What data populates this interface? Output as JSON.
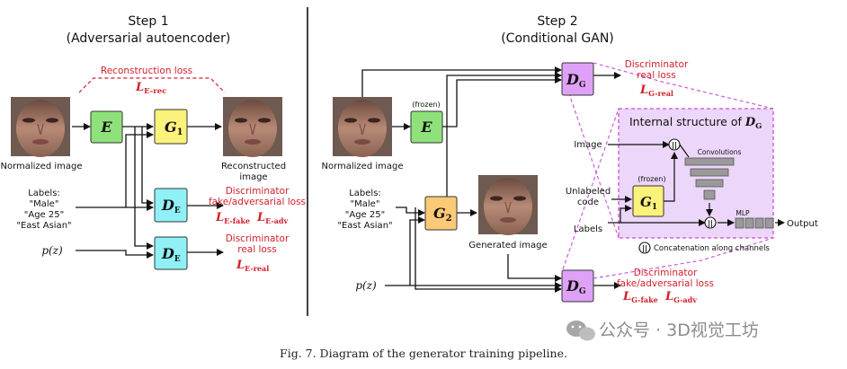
{
  "step1": {
    "title": "Step 1",
    "subtitle": "(Adversarial autoencoder)",
    "recon_loss_label": "Reconstruction loss",
    "recon_loss_symbol": "L",
    "recon_loss_sub": "E-rec",
    "normalized_label": "Normalized image",
    "reconstructed_label_1": "Reconstructed",
    "reconstructed_label_2": "image",
    "encoder": "E",
    "generator": "G",
    "generator_sub": "1",
    "disc": "D",
    "disc_sub": "E",
    "labels_lines": [
      "Labels:",
      "\"Male\"",
      "\"Age 25\"",
      "\"East Asian\""
    ],
    "pz": "p(z)",
    "fake_loss_lines": [
      "Discriminator",
      "fake/adversarial loss"
    ],
    "fake_loss_terms": [
      {
        "sym": "L",
        "sub": "E-fake"
      },
      {
        "sym": "L",
        "sub": "E-adv"
      }
    ],
    "real_loss_lines": [
      "Discriminator",
      "real loss"
    ],
    "real_loss_term": {
      "sym": "L",
      "sub": "E-real"
    }
  },
  "step2": {
    "title": "Step 2",
    "subtitle": "(Conditional GAN)",
    "normalized_label": "Normalized image",
    "frozen": "(frozen)",
    "encoder": "E",
    "generator": "G",
    "generator_sub": "2",
    "disc": "D",
    "disc_sub": "G",
    "labels_lines": [
      "Labels:",
      "\"Male\"",
      "\"Age 25\"",
      "\"East Asian\""
    ],
    "pz": "p(z)",
    "generated_label": "Generated image",
    "real_loss_lines": [
      "Discriminator",
      "real loss"
    ],
    "real_loss_term": {
      "sym": "L",
      "sub": "G-real"
    },
    "fake_loss_lines": [
      "Discriminator",
      "fake/adversarial loss"
    ],
    "fake_loss_terms": [
      {
        "sym": "L",
        "sub": "G-fake"
      },
      {
        "sym": "L",
        "sub": "G-adv"
      }
    ]
  },
  "internal": {
    "title": "Internal structure of ",
    "title_sym": "D",
    "title_sub": "G",
    "image": "Image",
    "unlabeled_1": "Unlabeled",
    "unlabeled_2": "code",
    "labels": "Labels",
    "frozen": "(frozen)",
    "g1": "G",
    "g1_sub": "1",
    "convolutions": "Convolutions",
    "mlp": "MLP",
    "output": "Output",
    "concat_symbol": "||",
    "concat_note": "Concatenation along channels"
  },
  "caption": "Fig. 7.  Diagram of the generator training pipeline.",
  "watermark": "公众号 · 3D视觉工坊",
  "colors": {
    "encoder": "#8fe27b",
    "generator1": "#fbf27c",
    "generator2": "#fcc976",
    "disc_e": "#8ff0f6",
    "disc_g": "#dfa1f7",
    "internal_bg": "#ecd6fa",
    "internal_border": "#c94ed8",
    "loss_red": "#d11f2a",
    "conv_gray": "#9a9a9a"
  }
}
